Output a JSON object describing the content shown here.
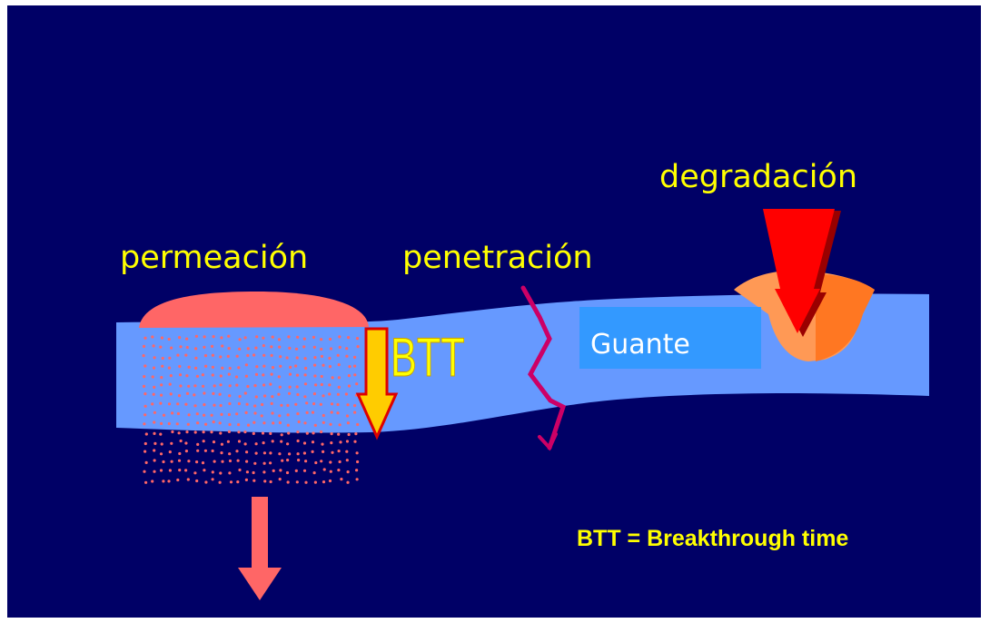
{
  "labels": {
    "permeation": "permeación",
    "penetration": "penetración",
    "degradation": "degradación",
    "btt": "BTT",
    "glove": "Guante",
    "legend": "BTT = Breakthrough time"
  },
  "colors": {
    "background": "#000066",
    "glove_band": "#6699ff",
    "glove_box": "#3399ff",
    "label_yellow": "#ffff00",
    "chemical_blob": "#ff6666",
    "penetration_arrow": "#cc0066",
    "degradation_arrow": "#ff0000",
    "btt_arrow": "#ffcc00"
  }
}
